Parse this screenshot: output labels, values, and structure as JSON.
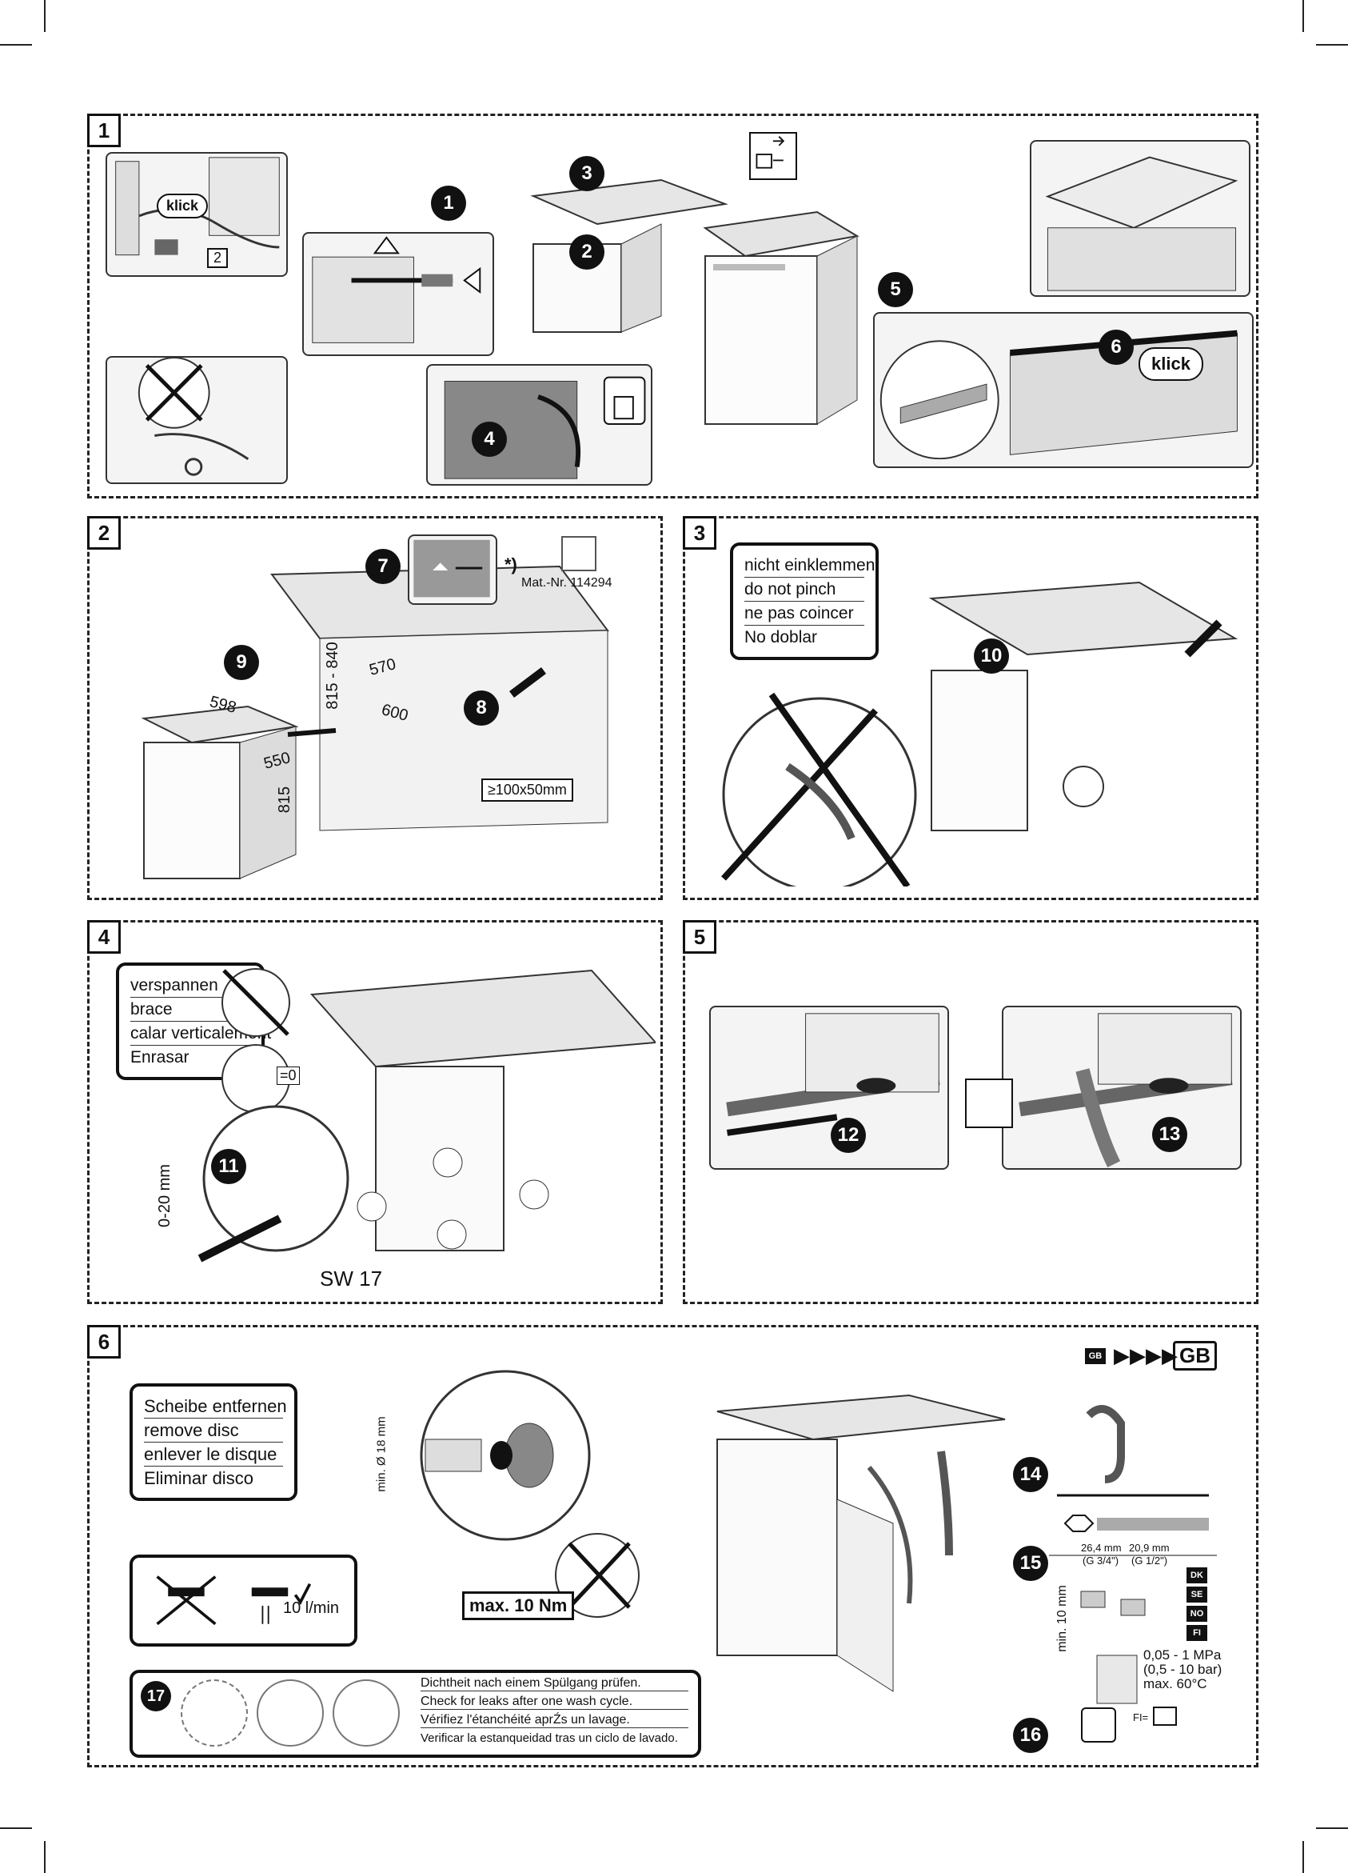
{
  "panels": {
    "p1": {
      "num": "1"
    },
    "p2": {
      "num": "2"
    },
    "p3": {
      "num": "3"
    },
    "p4": {
      "num": "4"
    },
    "p5": {
      "num": "5"
    },
    "p6": {
      "num": "6"
    }
  },
  "steps": [
    "1",
    "2",
    "3",
    "4",
    "5",
    "6",
    "7",
    "8",
    "9",
    "10",
    "11",
    "12",
    "13",
    "14",
    "15",
    "16",
    "17"
  ],
  "klick": "klick",
  "hex_label": "2",
  "panel2": {
    "mat_nr": "Mat.-Nr. 114294",
    "asterisk": "*)",
    "dim_width": "598",
    "dim_depth": "550",
    "dim_height": "815",
    "dim_range": "815 - 840",
    "dim_570": "570",
    "dim_600": "600",
    "opening": "≥100x50mm"
  },
  "panel3": {
    "warning_lines": [
      "nicht einklemmen",
      "do not pinch",
      "ne pas coincer",
      "No doblar"
    ]
  },
  "panel4": {
    "warning_lines": [
      "verspannen",
      "brace",
      "calar verticalement",
      "Enrasar"
    ],
    "gap_zero": "=0",
    "range": "0-20 mm",
    "wrench": "SW 17"
  },
  "panel6": {
    "disc_lines": [
      "Scheibe entfernen",
      "remove disc",
      "enlever le disque",
      "Eliminar disco"
    ],
    "hose_dia": "min. Ø 18 mm",
    "flow": "10 l/min",
    "torque": "max. 10 Nm",
    "gb_small": "GB",
    "gb_big": "GB",
    "thread1": "26,4 mm",
    "thread1b": "(G 3/4\")",
    "thread2": "20,9 mm",
    "thread2b": "(G 1/2\")",
    "min_len": "min. 10 mm",
    "countries": [
      "DK",
      "SE",
      "NO",
      "FI"
    ],
    "pressure": [
      "0,05 - 1 MPa",
      "(0,5 - 10 bar)",
      "max. 60°C"
    ],
    "fi": "FI=",
    "leak_lines": [
      "Dichtheit nach einem Spülgang prüfen.",
      "Check for leaks after one wash cycle.",
      "Vérifiez l'étanchéité aprŹs un lavage.",
      "Verificar la estanqueidad tras un ciclo de lavado."
    ]
  },
  "colors": {
    "ink": "#111111",
    "paper": "#ffffff",
    "panel_fill": "#f4f4f4",
    "grey": "#bdbdbd"
  }
}
